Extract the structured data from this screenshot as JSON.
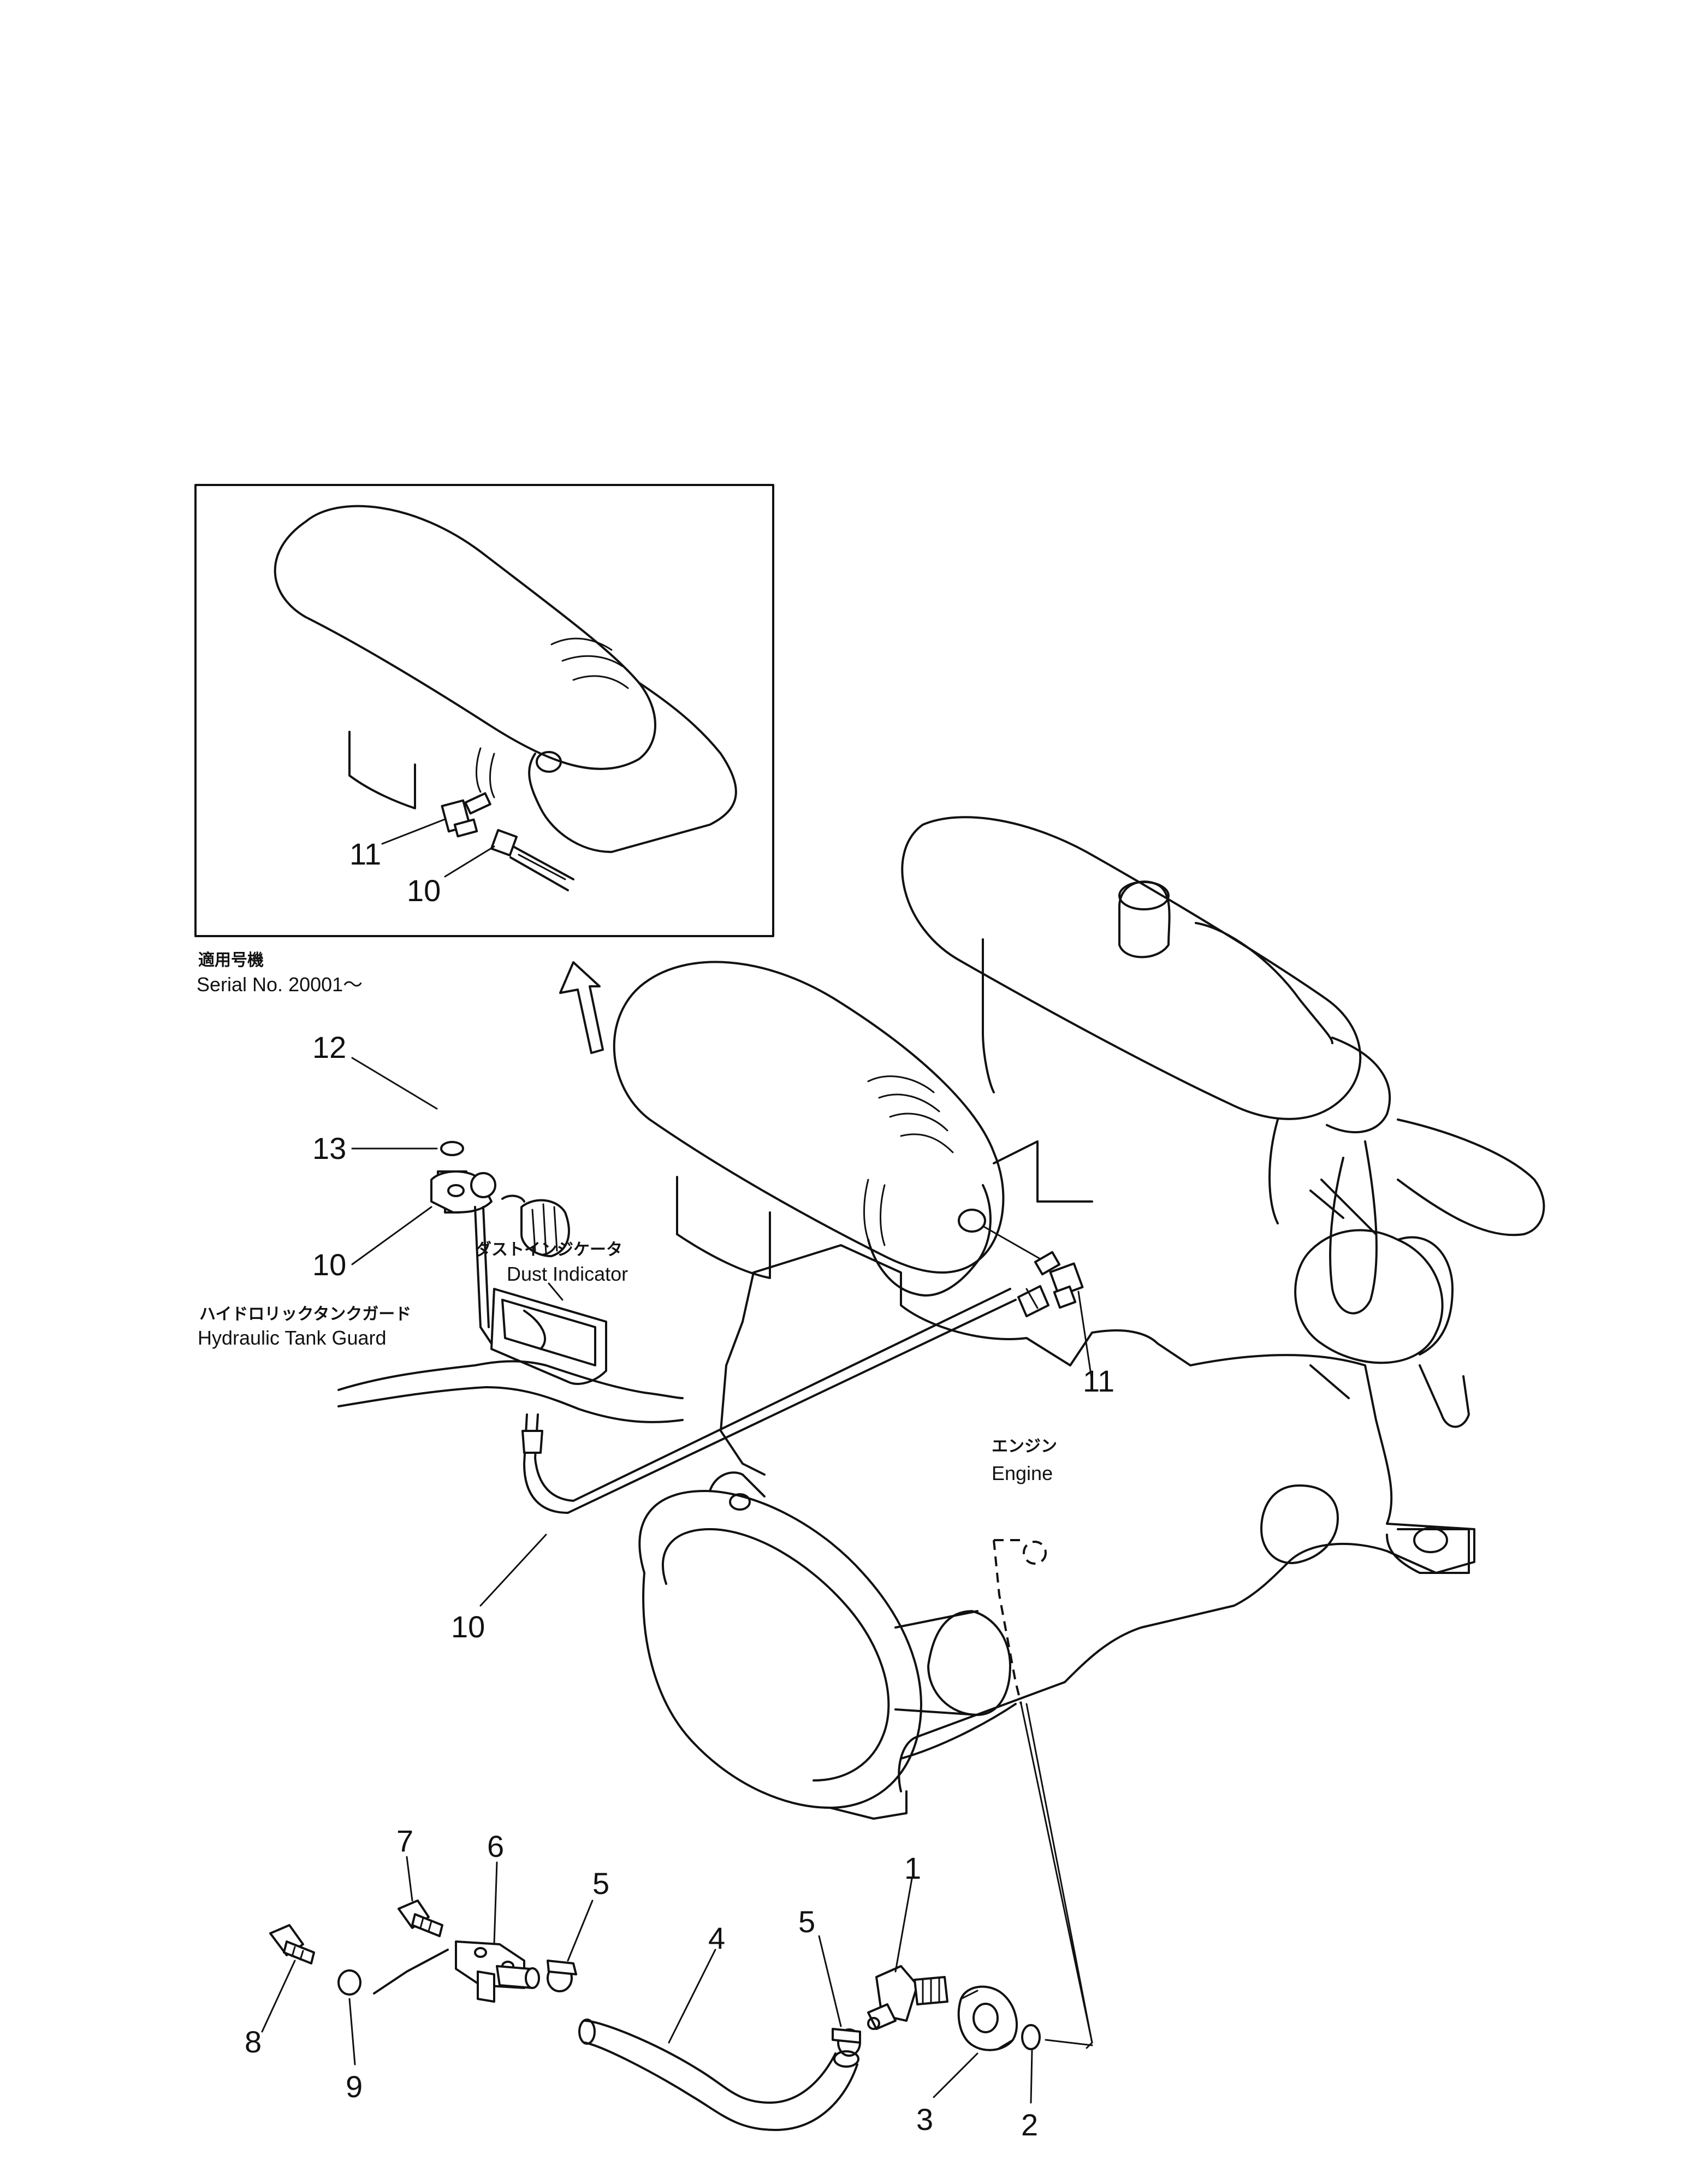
{
  "inset": {
    "serial_label_jp": "適用号機",
    "serial_label_en": "Serial No. 20001～",
    "callouts": [
      "11",
      "10"
    ]
  },
  "labels": {
    "dust_indicator_jp": "ダストインジケータ",
    "dust_indicator_en": "Dust Indicator",
    "hydraulic_tank_guard_jp": "ハイドロリックタンクガード",
    "hydraulic_tank_guard_en": "Hydraulic Tank Guard",
    "engine_jp": "エンジン",
    "engine_en": "Engine"
  },
  "callouts": {
    "c1": "1",
    "c2": "2",
    "c3": "3",
    "c4": "4",
    "c5a": "5",
    "c5b": "5",
    "c6": "6",
    "c7": "7",
    "c8": "8",
    "c9": "9",
    "c10a": "10",
    "c10b": "10",
    "c11": "11",
    "c12": "12",
    "c13": "13"
  }
}
